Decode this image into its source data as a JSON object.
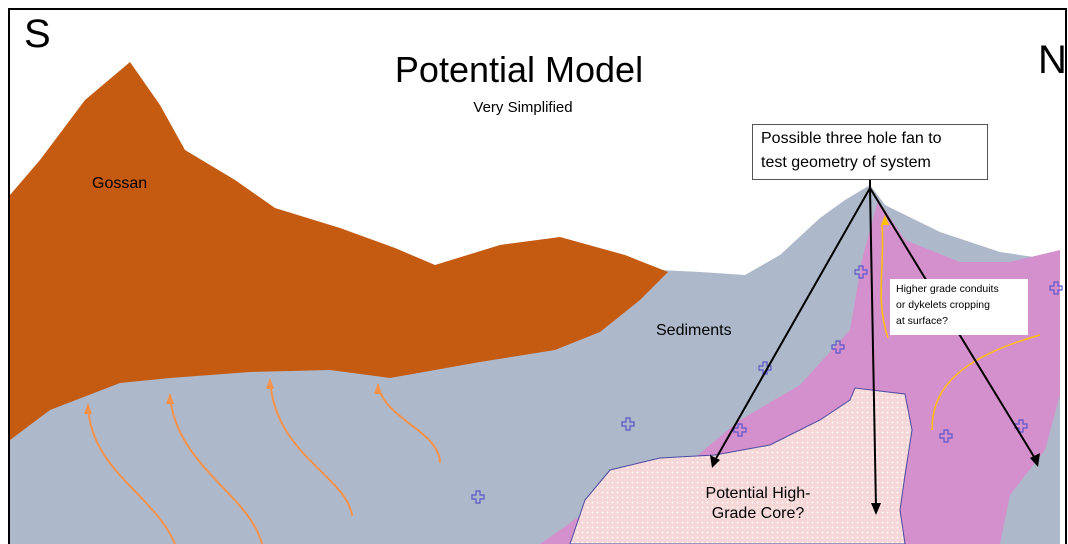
{
  "direction_left": "S",
  "direction_right": "N",
  "title": "Potential Model",
  "subtitle": "Very Simplified",
  "labels": {
    "gossan": "Gossan",
    "sediments": "Sediments",
    "core_line1": "Potential High-",
    "core_line2": "Grade Core?"
  },
  "callout_drill": {
    "line1": "Possible three hole fan to",
    "line2": "test geometry of system"
  },
  "callout_conduits": {
    "line1": "Higher grade conduits",
    "line2": "or dykelets cropping",
    "line3": "at surface?"
  },
  "colors": {
    "gossan": "#c55a11",
    "sediments": "#adb9ca",
    "intrusive": "#d48fcd",
    "core": "#f6d7d7",
    "fluid_arrows": "#f4924c",
    "conduits": "#ffc000",
    "crosses": "#5b56c8",
    "drill_lines": "#000000"
  }
}
